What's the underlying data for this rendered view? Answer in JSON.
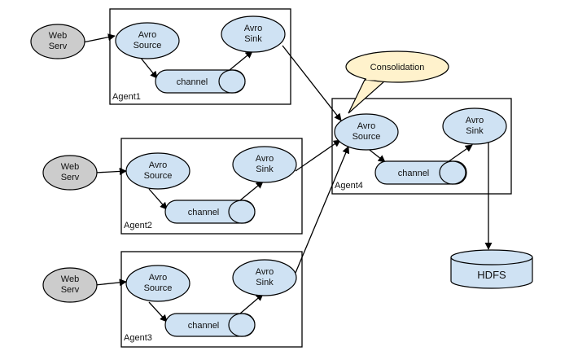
{
  "web_servers": [
    {
      "line1": "Web",
      "line2": "Serv"
    },
    {
      "line1": "Web",
      "line2": "Serv"
    },
    {
      "line1": "Web",
      "line2": "Serv"
    }
  ],
  "agents": [
    {
      "label": "Agent1",
      "source": {
        "line1": "Avro",
        "line2": "Source"
      },
      "sink": {
        "line1": "Avro",
        "line2": "Sink"
      },
      "channel": "channel"
    },
    {
      "label": "Agent2",
      "source": {
        "line1": "Avro",
        "line2": "Source"
      },
      "sink": {
        "line1": "Avro",
        "line2": "Sink"
      },
      "channel": "channel"
    },
    {
      "label": "Agent3",
      "source": {
        "line1": "Avro",
        "line2": "Source"
      },
      "sink": {
        "line1": "Avro",
        "line2": "Sink"
      },
      "channel": "channel"
    },
    {
      "label": "Agent4",
      "source": {
        "line1": "Avro",
        "line2": "Source"
      },
      "sink": {
        "line1": "Avro",
        "line2": "Sink"
      },
      "channel": "channel"
    }
  ],
  "callout": "Consolidation",
  "storage": "HDFS",
  "colors": {
    "node_fill": "#cfe2f3",
    "webserv_fill": "#cccccc",
    "callout_fill": "#fff2cc",
    "stroke": "#000000"
  }
}
